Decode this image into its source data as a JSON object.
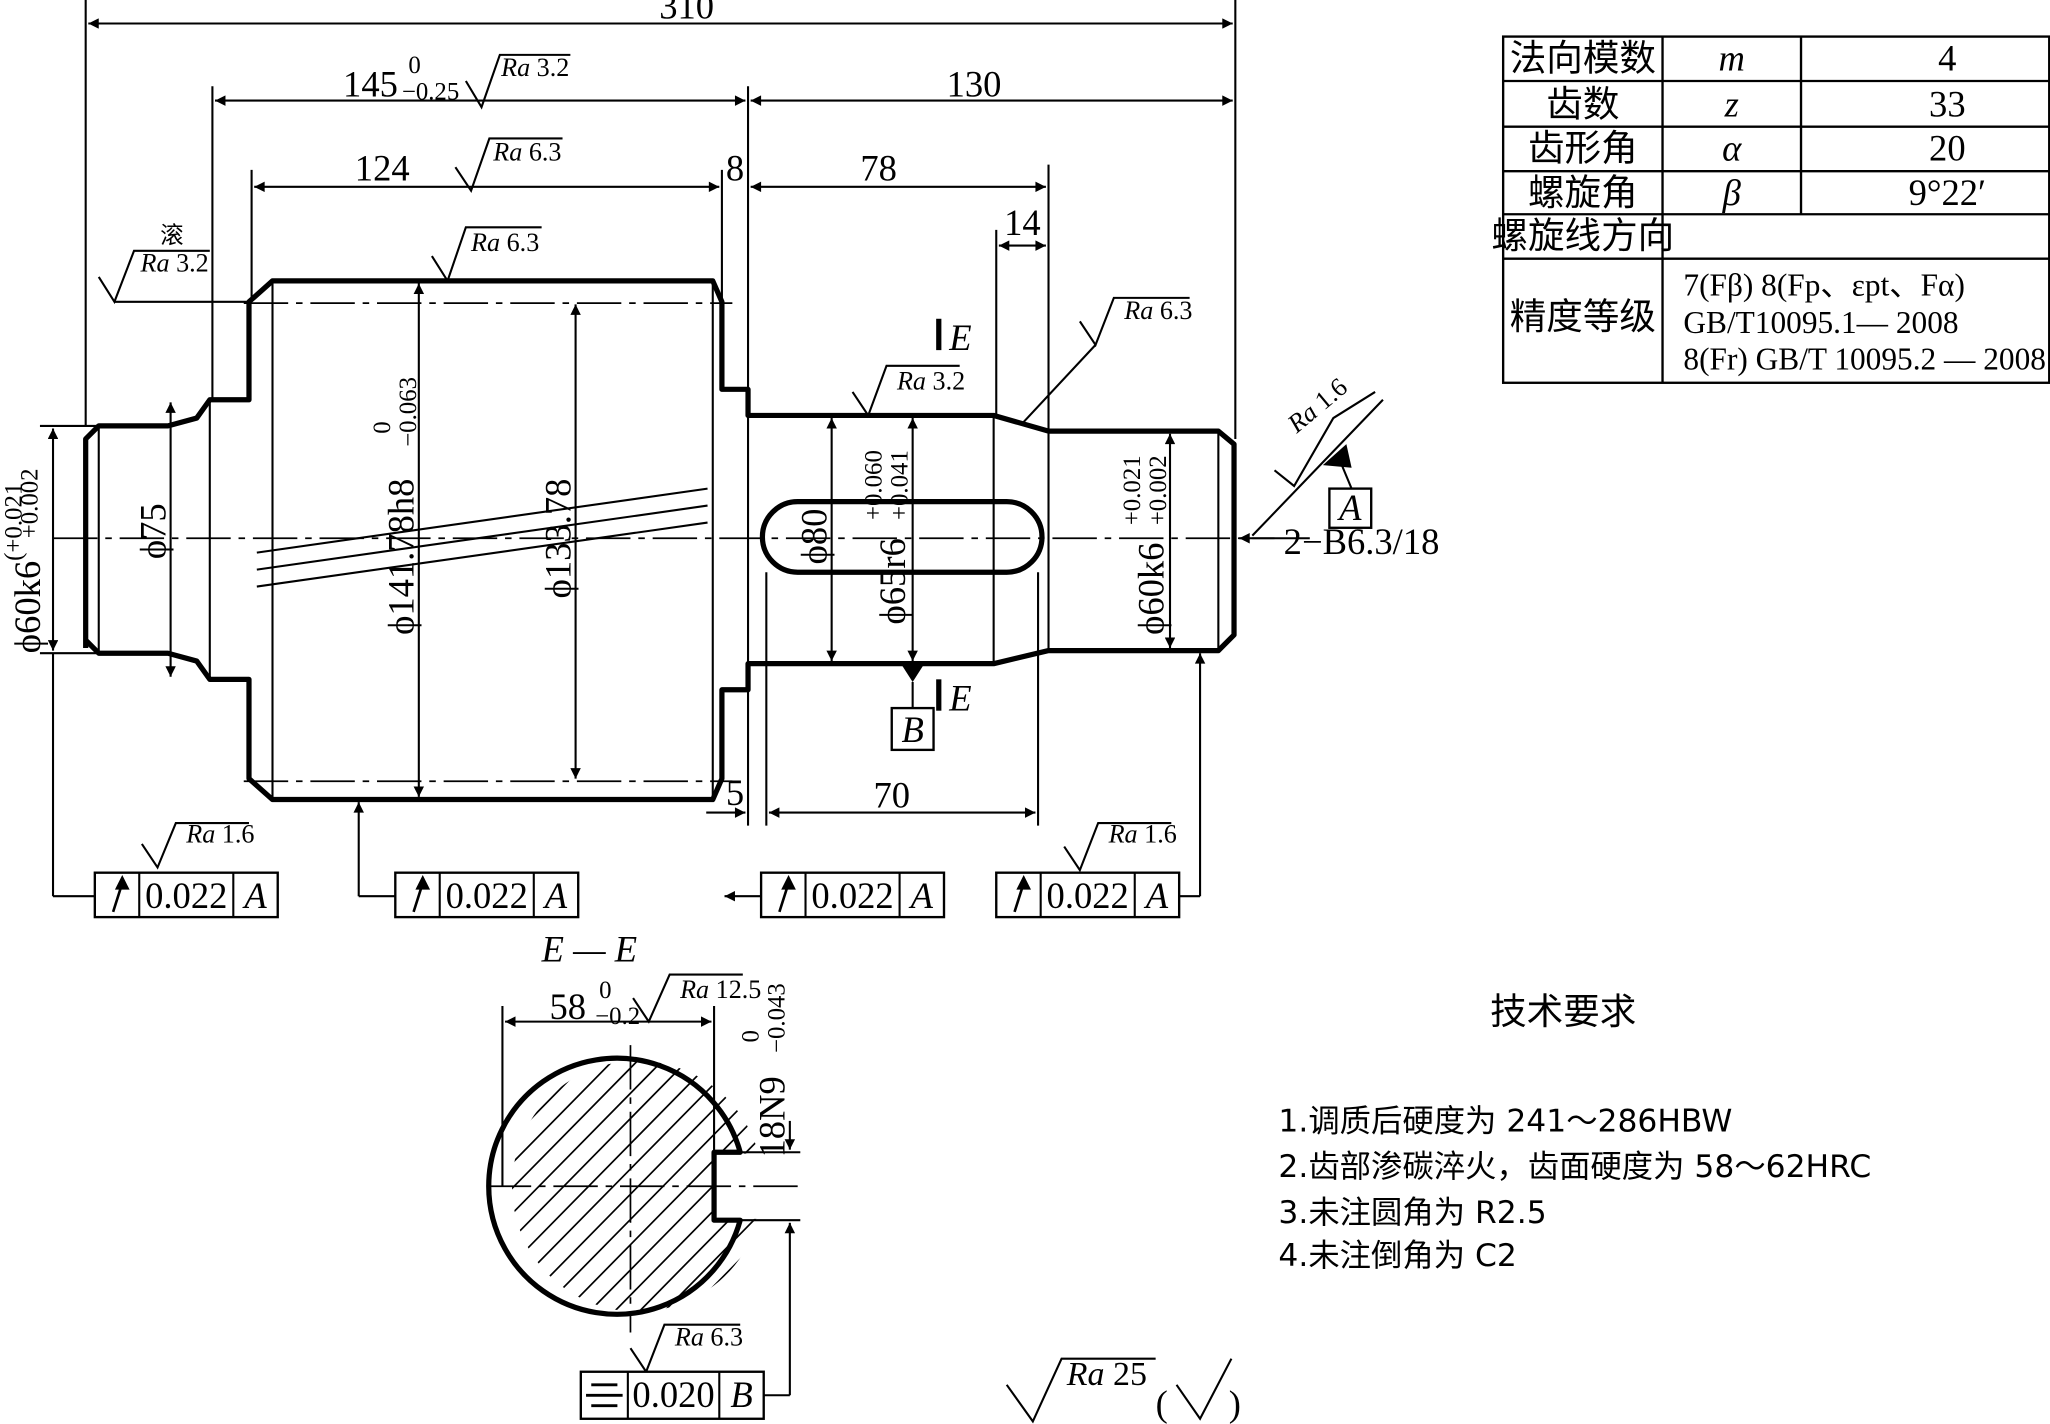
{
  "dimensions": {
    "overall_length": "310",
    "gear_side_length": "145",
    "gear_side_tol_upper": "0",
    "gear_side_tol_lower": "−0.25",
    "shaft_right_length": "130",
    "gear_face_width": "124",
    "shoulder_gap": "8",
    "key_section_length": "78",
    "taper_length": "14",
    "keyway_length": "70",
    "keyway_offset": "5",
    "left_journal_dia": "ϕ60k6",
    "left_journal_tol_upper": "+0.021",
    "left_journal_tol_lower": "+0.002",
    "collar_dia": "ϕ75",
    "tip_dia": "ϕ141.78h8",
    "tip_tol_upper": "0",
    "tip_tol_lower": "−0.063",
    "pitch_dia": "ϕ133.78",
    "shoulder_dia": "ϕ80",
    "key_seat_dia": "ϕ65r6",
    "key_seat_tol_upper": "+0.060",
    "key_seat_tol_lower": "+0.041",
    "right_journal_dia": "ϕ60k6",
    "right_journal_tol_upper": "+0.021",
    "right_journal_tol_lower": "+0.002",
    "center_holes": "2−B6.3/18"
  },
  "roughness": {
    "gear_side": "3.2",
    "gear_face": "6.3",
    "gear_tip": "6.3",
    "hobbed_label": "滚",
    "hobbed_value": "3.2",
    "key_seat": "3.2",
    "taper": "6.3",
    "right_journal": "1.6",
    "left_runout": "1.6",
    "right_runout": "1.6",
    "keyway_width": "12.5",
    "symmetry": "6.3",
    "general": "25",
    "ra_prefix": "Ra"
  },
  "datums": {
    "a": "A",
    "b": "B",
    "section_mark": "E"
  },
  "tolerance_frames": [
    {
      "value": "0.022",
      "datum": "A"
    },
    {
      "value": "0.022",
      "datum": "A"
    },
    {
      "value": "0.022",
      "datum": "A"
    },
    {
      "value": "0.022",
      "datum": "A"
    }
  ],
  "section": {
    "title": "E — E",
    "key_depth": "58",
    "key_depth_tol_upper": "0",
    "key_depth_tol_lower": "−0.2",
    "key_width": "18N9",
    "key_width_tol_upper": "0",
    "key_width_tol_lower": "−0.043",
    "symmetry_value": "0.020",
    "symmetry_datum": "B"
  },
  "gear_table": {
    "rows": [
      {
        "name": "法向模数",
        "symbol": "m",
        "value": "4"
      },
      {
        "name": "齿数",
        "symbol": "z",
        "value": "33"
      },
      {
        "name": "齿形角",
        "symbol": "α",
        "value": "20"
      },
      {
        "name": "螺旋角",
        "symbol": "β",
        "value": "9°22′"
      },
      {
        "name": "螺旋线方向",
        "symbol": "",
        "value": ""
      }
    ],
    "accuracy_label": "精度等级",
    "accuracy_line1": "7(Fβ) 8(Fp、εpt、Fα)",
    "accuracy_line2": "GB/T10095.1— 2008",
    "accuracy_line3": "8(Fr) GB/T 10095.2 — 2008"
  },
  "requirements": {
    "title": "技术要求",
    "items": [
      "1.调质后硬度为 241～286HBW",
      "2.齿部渗碳淬火，齿面硬度为 58～62HRC",
      "3.未注圆角为 R2.5",
      "4.未注倒角为 C2"
    ]
  }
}
